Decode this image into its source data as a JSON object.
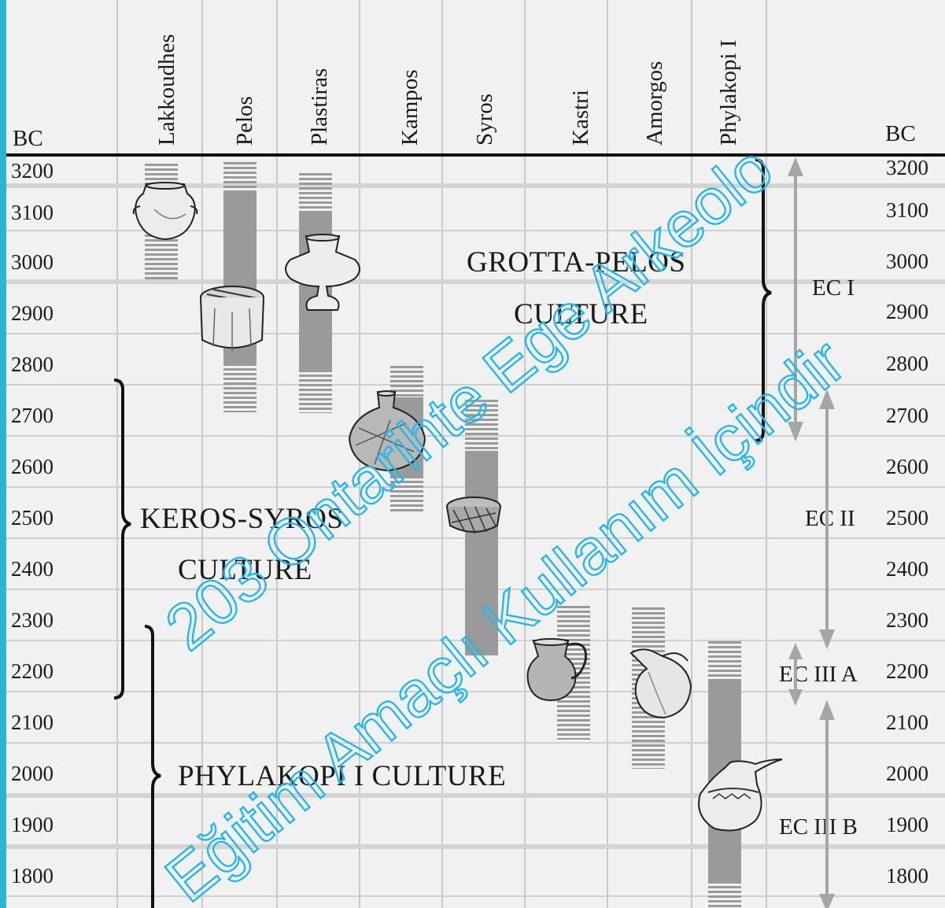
{
  "axis": {
    "left_unit": "BC",
    "right_unit": "BC",
    "years": [
      "3200",
      "3100",
      "3000",
      "2900",
      "2800",
      "2700",
      "2600",
      "2500",
      "2400",
      "2300",
      "2200",
      "2100",
      "2000",
      "1900",
      "1800"
    ]
  },
  "sites": [
    "Lakkoudhes",
    "Pelos",
    "Plastiras",
    "Kampos",
    "Syros",
    "Kastri",
    "Amorgos",
    "Phylakopi I"
  ],
  "cultures": {
    "grotta_line1": "GROTTA-PELOS",
    "grotta_line2": "CULTURE",
    "keros_line1": "KEROS-SYROS",
    "keros_line2": "CULTURE",
    "phylakopi": "PHYLAKOPI I CULTURE"
  },
  "phases": {
    "ec1": "EC I",
    "ec2": "EC II",
    "ec3a": "EC III A",
    "ec3b": "EC III B"
  },
  "watermark": {
    "line1": "203 Ontarihte Ege Arkeolo",
    "line2": "Eğitim Amaçlı Kullanım İçindir"
  },
  "colors": {
    "watermark": "#29b6e6",
    "bar": "#9a9a9a",
    "background": "#f1f1f1"
  },
  "icons": [
    "vessel-icon"
  ]
}
